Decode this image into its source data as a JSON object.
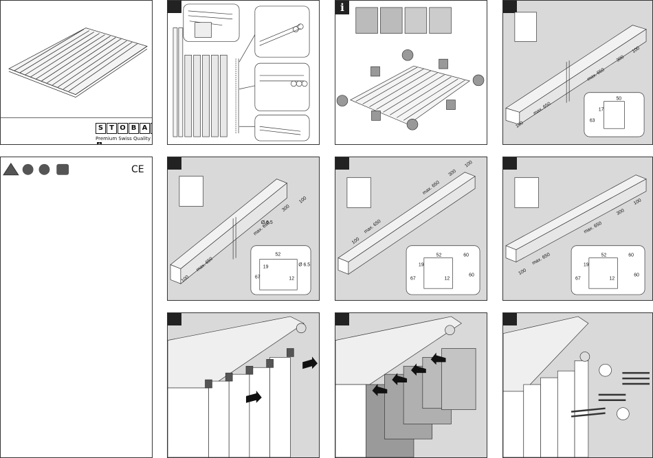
{
  "brand": {
    "letters": [
      "S",
      "T",
      "O",
      "B",
      "A",
      "G"
    ],
    "slogan": "Premium Swiss Quality",
    "slogan_mark": "+"
  },
  "ce_mark": "CE",
  "info_tag": "i",
  "icons": {
    "safety": [
      "warning-icon",
      "goggles-icon",
      "ear-protection-icon",
      "gloves-icon"
    ],
    "parts_box": "box-icon"
  },
  "profile_a": {
    "dims": [
      "100",
      "max. 650",
      "max. 650",
      "300",
      "100"
    ],
    "section": {
      "width": "50",
      "height": "63",
      "inner": "17"
    }
  },
  "profile_b": {
    "dims": [
      "100",
      "max. 650",
      "max. 650",
      "300",
      "100"
    ],
    "hole": "Ø 6.5",
    "section": {
      "width": "52",
      "height": "67",
      "upper": "19",
      "inner": "12",
      "hole": "Ø 6.5"
    }
  },
  "profile_c": {
    "dims": [
      "100",
      "max. 650",
      "max. 650",
      "300",
      "100"
    ],
    "section": {
      "width": "52",
      "ext": "60",
      "height": "67",
      "upper": "19",
      "inner": "12",
      "drop": "60"
    }
  },
  "profile_d": {
    "dims": [
      "100",
      "max. 650",
      "max. 650",
      "300",
      "100"
    ],
    "section": {
      "width": "52",
      "ext": "60",
      "height": "67",
      "upper": "19",
      "inner": "12",
      "drop": "60"
    }
  }
}
